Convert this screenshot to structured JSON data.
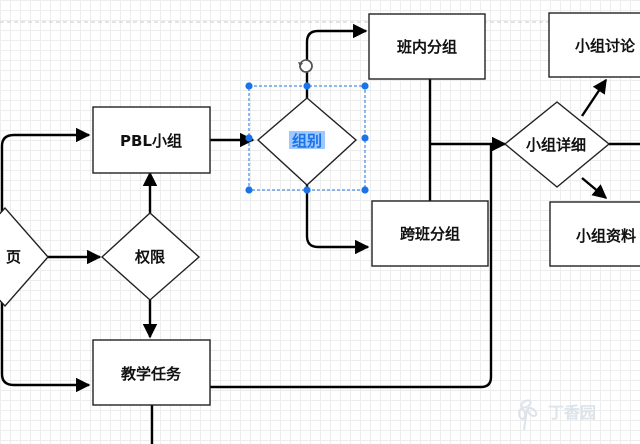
{
  "nodes": {
    "page_home": "页",
    "pbl_group": "PBL小组",
    "permission": "权限",
    "teaching_task": "教学任务",
    "grouping": "组别",
    "in_class_group": "班内分组",
    "cross_class_group": "跨班分组",
    "group_detail": "小组详细",
    "group_discussion": "小组讨论",
    "group_material": "小组资料"
  },
  "watermark": "丁香园",
  "colors": {
    "selection": "#1a73e8",
    "stroke": "#000000",
    "grid": "#ededed"
  }
}
